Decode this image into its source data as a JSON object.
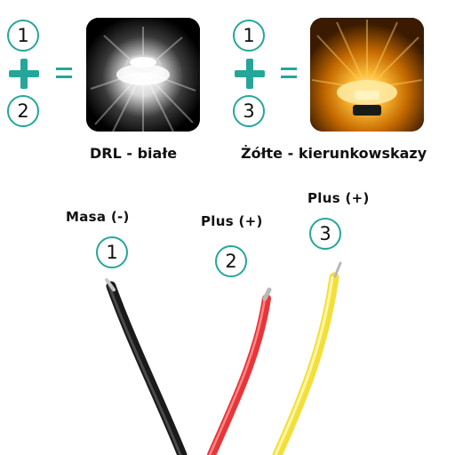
{
  "top_formula": {
    "left": {
      "first": "1",
      "second": "2"
    },
    "right": {
      "first": "1",
      "second": "3"
    }
  },
  "captions": {
    "white": "DRL - białe",
    "amber": "Żółte - kierunkowskazy"
  },
  "wires": [
    {
      "label": "Masa (-)",
      "number": "1",
      "color": "#1a1a1a"
    },
    {
      "label": "Plus (+)",
      "number": "2",
      "color": "#e8353a"
    },
    {
      "label": "Plus (+)",
      "number": "3",
      "color": "#f3df3a"
    }
  ],
  "colors": {
    "accent": "#27a59a",
    "white_light": "#ffffff",
    "amber_light": "#ffb020"
  },
  "icons": [
    "plus-icon",
    "equals-icon"
  ]
}
